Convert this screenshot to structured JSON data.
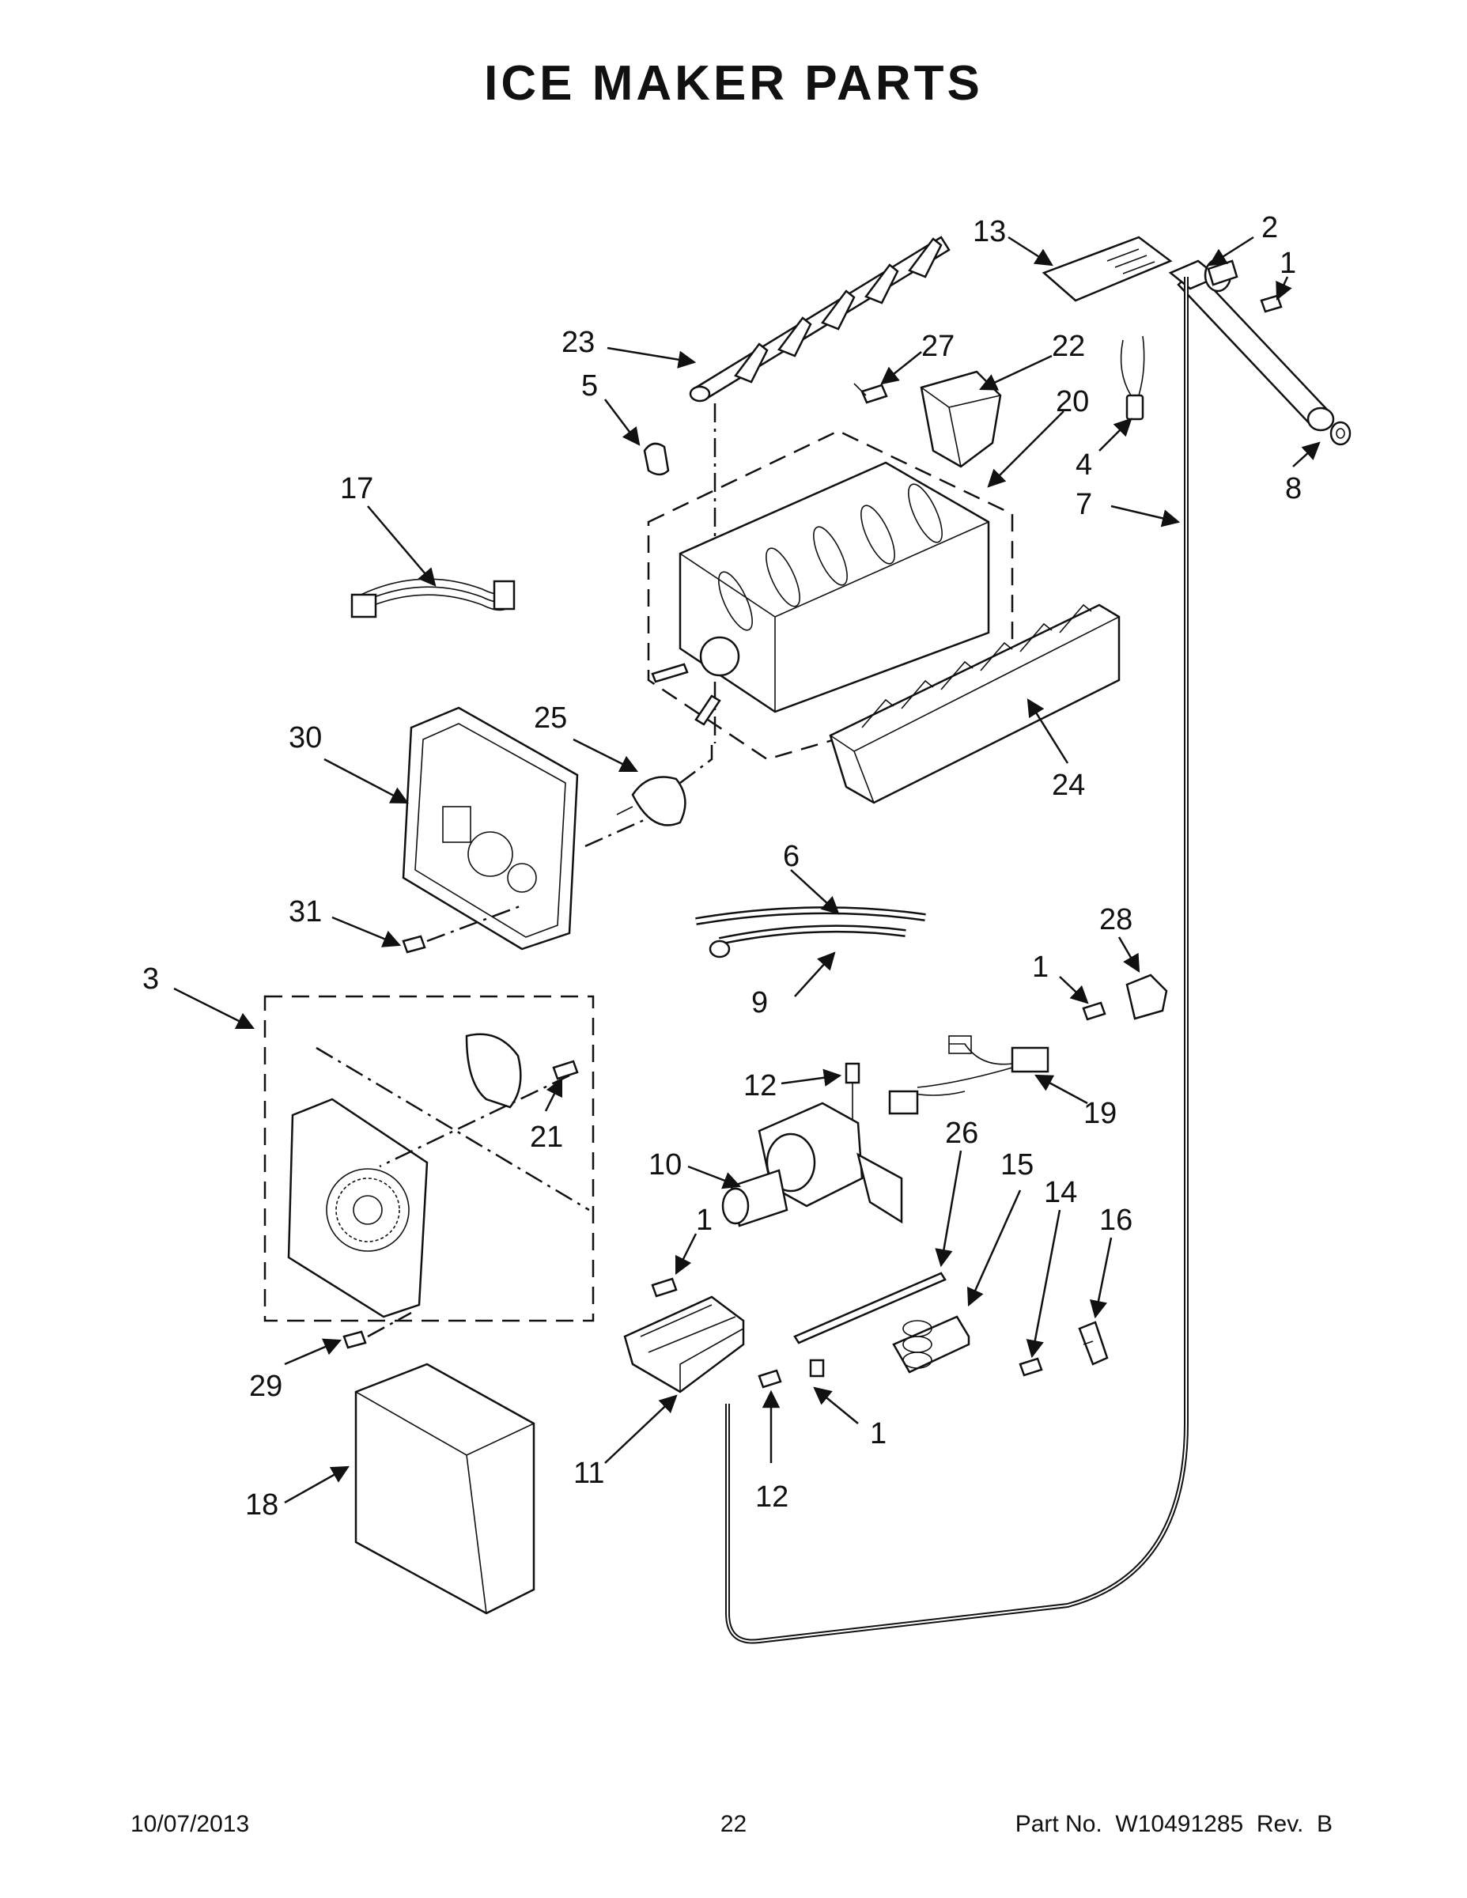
{
  "header": {
    "title": "ICE MAKER PARTS"
  },
  "callouts": {
    "c1a": "1",
    "c1b": "1",
    "c1c": "1",
    "c1d": "1",
    "c2": "2",
    "c3": "3",
    "c4": "4",
    "c5": "5",
    "c6": "6",
    "c7": "7",
    "c8": "8",
    "c9": "9",
    "c10": "10",
    "c11": "11",
    "c12a": "12",
    "c12b": "12",
    "c13": "13",
    "c14": "14",
    "c15": "15",
    "c16": "16",
    "c17": "17",
    "c18": "18",
    "c19": "19",
    "c20": "20",
    "c21": "21",
    "c22": "22",
    "c23": "23",
    "c24": "24",
    "c25": "25",
    "c26": "26",
    "c27": "27",
    "c28": "28",
    "c29": "29",
    "c30": "30",
    "c31": "31"
  },
  "footer": {
    "date": "10/07/2013",
    "page": "22",
    "part_number": "Part No.  W10491285  Rev.  B"
  }
}
